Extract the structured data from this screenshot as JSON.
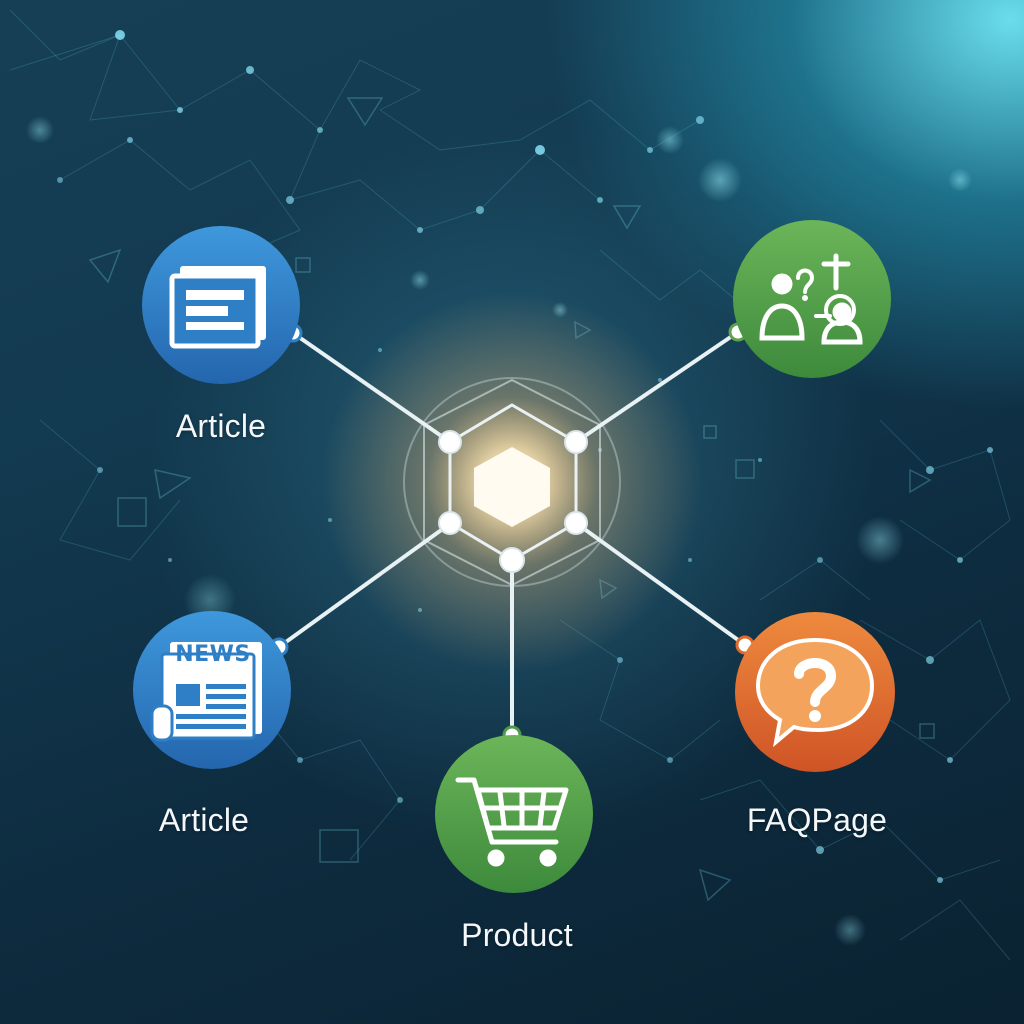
{
  "diagram": {
    "hub": {
      "icon": "hexagon-hub-icon"
    },
    "nodes": [
      {
        "id": "article-1",
        "label": "Article",
        "icon": "document-icon",
        "color": "#2f7fc6"
      },
      {
        "id": "article-2",
        "label": "Article",
        "icon": "newspaper-icon",
        "icon_text": "NEWS",
        "color": "#2f7fc6"
      },
      {
        "id": "product",
        "label": "Product",
        "icon": "shopping-cart-icon",
        "color": "#4d9b48"
      },
      {
        "id": "faq",
        "label": "FAQPage",
        "icon": "question-bubble-icon",
        "color": "#df6a2e"
      },
      {
        "id": "qa",
        "label": "",
        "icon": "people-question-icon",
        "color": "#5ea14e"
      }
    ],
    "colors": {
      "background": "#12394f",
      "glow": "#ffd9a0",
      "connector": "#e8f1f4",
      "label_text": "#f4f8fa"
    }
  }
}
